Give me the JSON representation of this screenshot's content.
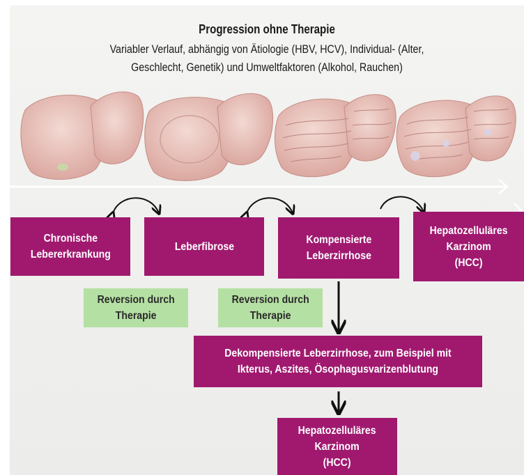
{
  "header": {
    "title": "Progression ohne Therapie",
    "subtitle_line1": "Variabler Verlauf, abhängig von Ätiologie (HBV, HCV), Individual- (Alter,",
    "subtitle_line2": "Geschlecht, Genetik) und Umweltfaktoren (Alkohol, Rauchen)"
  },
  "stages": {
    "chronic": "Chronische\nLebererkrankung",
    "fibrosis": "Leberfibrose",
    "compensated": "Kompensierte\nLeberzirrhose",
    "hcc_top": "Hepatozelluläres\nKarzinom\n(HCC)"
  },
  "reversion": {
    "left": "Reversion durch\nTherapie",
    "right": "Reversion durch\nTherapie"
  },
  "decompensated": "Dekompensierte Leberzirrhose, zum Beispiel mit\nIkterus, Aszites, Ösophagusvarizenblutung",
  "hcc_bottom": "Hepatozelluläres\nKarzinom\n(HCC)",
  "illustrations": [
    "liver-healthy-icon",
    "liver-enlarged-icon",
    "liver-fibrotic-icon",
    "liver-cirrhotic-icon"
  ],
  "colors": {
    "stage_box": "#a0196f",
    "reversion_box": "#b5e0a3",
    "liver": "#e3b9b3",
    "panel": "#efefed"
  }
}
